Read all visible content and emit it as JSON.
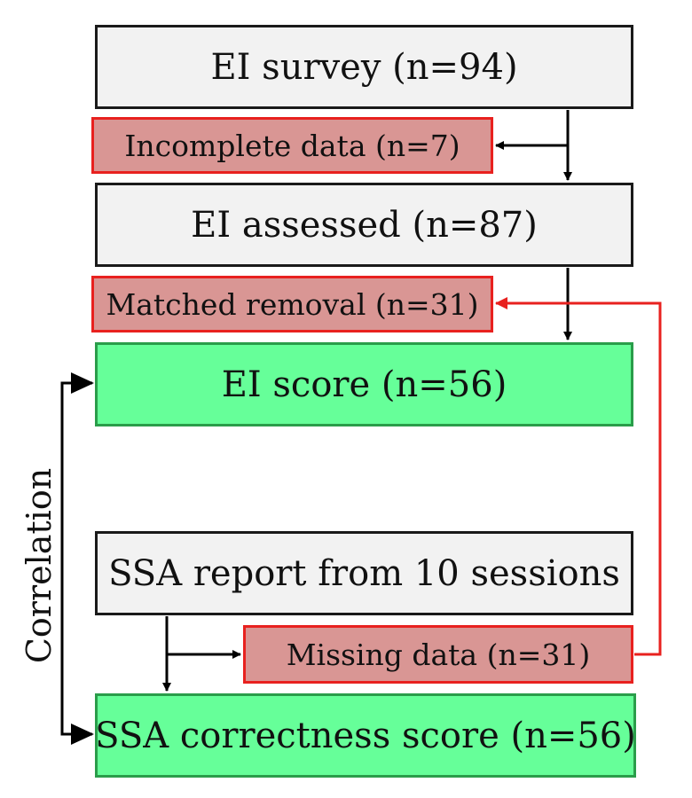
{
  "boxes": {
    "ei_survey": "EI survey  (n=94)",
    "incomplete": "Incomplete data (n=7)",
    "ei_assessed": "EI assessed  (n=87)",
    "matched_removal": "Matched removal (n=31)",
    "ei_score": "EI score  (n=56)",
    "ssa_report": "SSA report  from  10 sessions",
    "missing": "Missing data (n=31)",
    "ssa_correctness": "SSA correctness  score  (n=56)"
  },
  "side_label": "Correlation",
  "colors": {
    "main_fill": "#f2f2f2",
    "exclusion_fill": "#d99694",
    "exclusion_border": "#e8211f",
    "result_fill": "#66ff99",
    "result_border": "#2a9d4a",
    "arrow_black": "#000000",
    "arrow_red": "#e8211f"
  }
}
